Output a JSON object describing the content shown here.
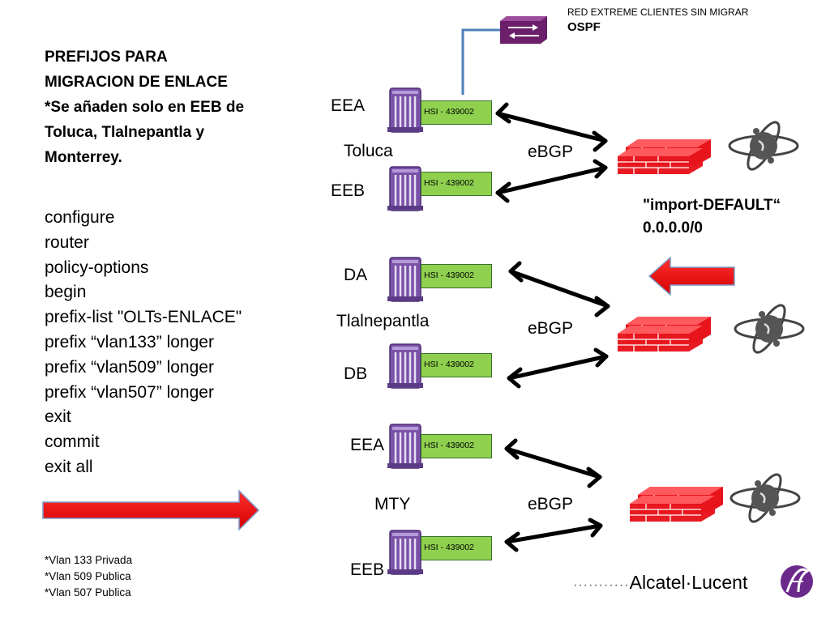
{
  "title": [
    "PREFIJOS  PARA",
    "MIGRACION DE ENLACE",
    "*Se añaden solo en EEB de",
    "Toluca, Tlalnepantla y",
    "Monterrey."
  ],
  "config": [
    "configure",
    "router",
    "policy-options",
    "begin",
    "prefix-list \"OLTs-ENLACE\"",
    "prefix “vlan133” longer",
    "prefix “vlan509” longer",
    "prefix “vlan507” longer",
    "exit",
    "commit",
    "exit all"
  ],
  "notes": [
    "*Vlan 133 Privada",
    "*Vlan 509 Publica",
    "*Vlan 507 Publica"
  ],
  "external": {
    "title": "RED EXTREME CLIENTES SIN MIGRAR",
    "protocol": "OSPF"
  },
  "import_policy": [
    "\"import-DEFAULT“",
    "0.0.0.0/0"
  ],
  "sites": [
    {
      "name": "Toluca",
      "router_a": "EEA",
      "router_b": "EEB",
      "protocol": "eBGP",
      "hsi_a": "HSI - 439002",
      "hsi_b": "HSI - 439002"
    },
    {
      "name": "Tlalnepantla",
      "router_a": "DA",
      "router_b": "DB",
      "protocol": "eBGP",
      "hsi_a": "HSI - 439002",
      "hsi_b": "HSI - 439002"
    },
    {
      "name": "MTY",
      "router_a": "EEA",
      "router_b": "EEB",
      "protocol": "eBGP",
      "hsi_a": "HSI - 439002",
      "hsi_b": "HSI - 439002"
    }
  ],
  "logo": {
    "text": "Alcatel·Lucent",
    "accent": "#6b2a8b"
  },
  "colors": {
    "router": "#7a52a8",
    "firewall": "#e8141c",
    "hsi": "#8fd14f",
    "arrow_red": "#ee0000",
    "link_blue": "#4e80b8"
  }
}
